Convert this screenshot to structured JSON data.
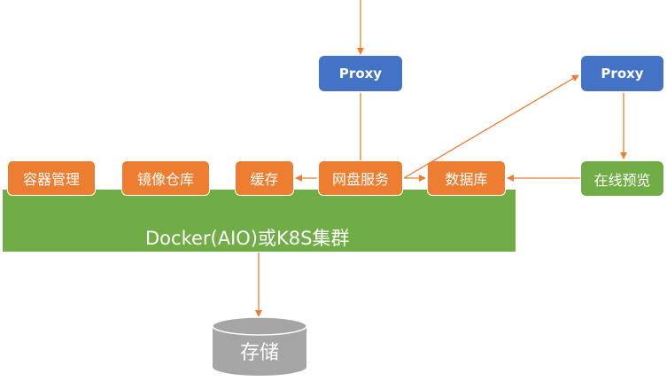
{
  "cluster": {
    "label": "Docker(AIO)或K8S集群"
  },
  "services": {
    "container_mgmt": "容器管理",
    "image_registry": "镜像仓库",
    "cache": "缓存",
    "netdisk": "网盘服务",
    "database": "数据库"
  },
  "proxies": {
    "left": "Proxy",
    "right": "Proxy"
  },
  "preview": {
    "label": "在线预览"
  },
  "storage": {
    "label": "存储"
  },
  "colors": {
    "orange": "#ed7d31",
    "blue": "#4472c4",
    "green": "#70ad47",
    "gray": "#a5a5a5"
  }
}
